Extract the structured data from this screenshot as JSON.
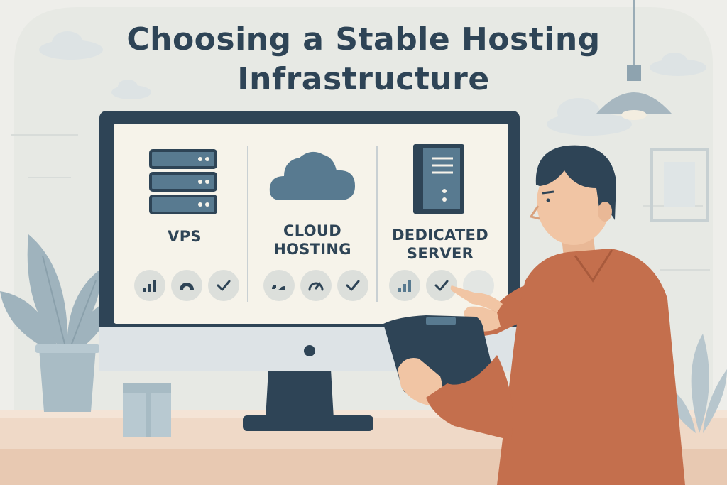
{
  "title": {
    "line1": "Choosing a Stable Hosting",
    "line2": "Infrastructure"
  },
  "options": [
    {
      "label_line1": "VPS",
      "label_line2": "",
      "icon": "server-stack-icon",
      "indicators": [
        "signal-bars-icon",
        "gauge-icon",
        "checkmark-icon"
      ]
    },
    {
      "label_line1": "CLOUD",
      "label_line2": "HOSTING",
      "icon": "cloud-icon",
      "indicators": [
        "low-gauge-icon",
        "speedometer-icon",
        "checkmark-icon"
      ]
    },
    {
      "label_line1": "DEDICATED",
      "label_line2": "SERVER",
      "icon": "server-tower-icon",
      "indicators": [
        "signal-bars-icon",
        "checkmark-icon",
        "empty-indicator"
      ]
    }
  ],
  "colors": {
    "background": "#eeeeea",
    "navy": "#2e4456",
    "slate_blue": "#587a90",
    "screen": "#f6f3ea",
    "badge": "#dcdfdb",
    "shirt": "#c46f4d",
    "skin": "#f1c5a4",
    "desk": "#efd9c7",
    "plant": "#9fb3bd"
  }
}
